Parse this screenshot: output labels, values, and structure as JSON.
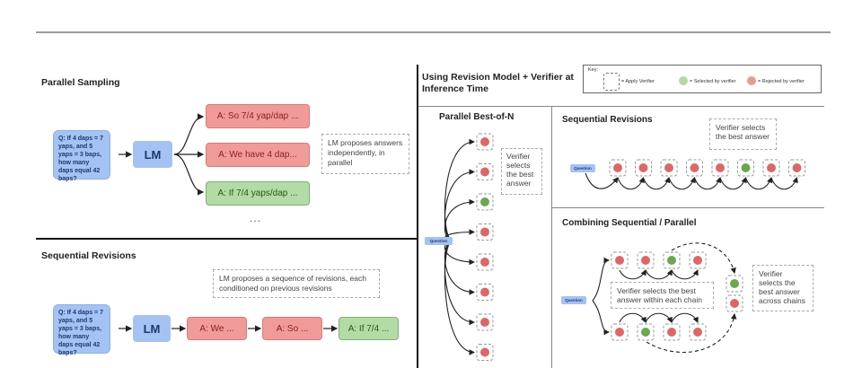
{
  "left": {
    "parallel_sampling": {
      "title": "Parallel Sampling",
      "question": "Q:  If 4 daps = 7 yaps, and 5 yaps = 3 baps, how many daps equal 42 baps?",
      "model": "LM",
      "answers": [
        {
          "text": "A: So 7/4 yap/dap ...",
          "status": "rejected"
        },
        {
          "text": "A: We have 4 dap...",
          "status": "rejected"
        },
        {
          "text": "A: If 7/4 yaps/dap ...",
          "status": "selected"
        }
      ],
      "ellipsis": "...",
      "note": "LM proposes answers independently, in parallel"
    },
    "sequential_revisions": {
      "title": "Sequential Revisions",
      "question": "Q:  If 4 daps = 7 yaps, and 5 yaps = 3 baps, how many daps equal 42 baps?",
      "model": "LM",
      "answers": [
        {
          "text": "A: We ...",
          "status": "rejected"
        },
        {
          "text": "A: So ...",
          "status": "rejected"
        },
        {
          "text": "A: If 7/4 ...",
          "status": "selected"
        }
      ],
      "note": "LM proposes a sequence of revisions, each conditioned on previous revisions"
    }
  },
  "right": {
    "title": "Using Revision Model + Verifier at Inference Time",
    "key": {
      "label": "Key:",
      "apply_verifier": "= Apply Verifier",
      "selected": "= Selected by verifier",
      "rejected": "= Rejected by verifier"
    },
    "colors": {
      "selected": "#6aa84f",
      "rejected": "#e06666",
      "question": "#a4c2f4"
    },
    "best_of_n": {
      "title": "Parallel Best-of-N",
      "question_label": "Question",
      "note": "Verifier selects the best answer",
      "nodes": [
        "rejected",
        "rejected",
        "selected",
        "rejected",
        "rejected",
        "rejected",
        "rejected",
        "rejected"
      ]
    },
    "seq_revisions": {
      "title": "Sequential Revisions",
      "question_label": "Question",
      "note": "Verifier selects the best answer",
      "nodes": [
        "rejected",
        "rejected",
        "rejected",
        "rejected",
        "rejected",
        "selected",
        "rejected",
        "rejected"
      ]
    },
    "combining": {
      "title": "Combining Sequential / Parallel",
      "question_label": "Question",
      "chain_top": [
        "rejected",
        "rejected",
        "selected",
        "rejected"
      ],
      "chain_bottom": [
        "rejected",
        "selected",
        "rejected",
        "rejected"
      ],
      "final": [
        "selected",
        "rejected"
      ],
      "note_within": "Verifier selects the best answer within each chain",
      "note_across": "Verifier selects the best answer across chains"
    }
  }
}
